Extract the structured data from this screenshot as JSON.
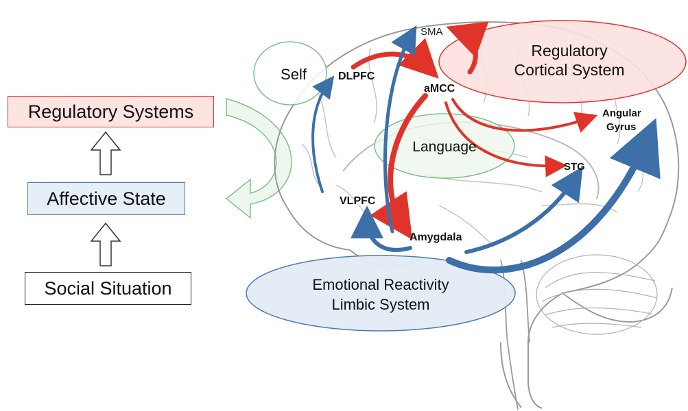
{
  "left_panel": {
    "regulatory_systems": "Regulatory Systems",
    "affective_state": "Affective State",
    "social_situation": "Social Situation"
  },
  "regions": {
    "self": "Self",
    "language": "Language",
    "regulatory_cortical_line1": "Regulatory",
    "regulatory_cortical_line2": "Cortical System",
    "emotional_line1": "Emotional Reactivity",
    "emotional_line2": "Limbic System"
  },
  "nodes": {
    "sma": "SMA",
    "dlpfc": "DLPFC",
    "amcc": "aMCC",
    "vlpfc": "VLPFC",
    "amygdala": "Amygdala",
    "stg": "STG",
    "angular_line1": "Angular",
    "angular_line2": "Gyrus"
  },
  "colors": {
    "regulatory_red": "#e0342a",
    "limbic_blue": "#3d6fa8",
    "self_green": "#7cc08b",
    "regulatory_fill": "#fbe1df",
    "affective_fill": "#e8eef6",
    "brain_outline": "#9a9a9a"
  }
}
